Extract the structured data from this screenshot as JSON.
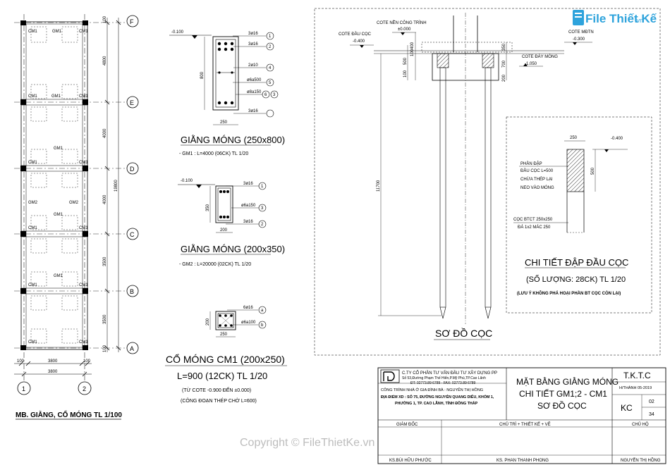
{
  "brand": {
    "logo_text": "File Thiết Kế",
    "logo_suffix": ".vn",
    "watermark": "Copyright © FileThietKe.vn"
  },
  "plan": {
    "title": "MB. GIẰNG, CỔ MÓNG TL 1/100",
    "axes_letters": [
      "F",
      "E",
      "D",
      "C",
      "B",
      "A"
    ],
    "axes_numbers": [
      "1",
      "2"
    ],
    "spans": [
      "4800",
      "4000",
      "4000",
      "3500",
      "3500"
    ],
    "total": "19800",
    "span_x": "3800",
    "total_x": "3800",
    "edge_left": "100",
    "edge_right": "100",
    "edge_top": "100",
    "edge_bottom": "100",
    "labels": {
      "cm1": "CM1",
      "gm1": "GM1",
      "gm2": "GM2"
    }
  },
  "gm250": {
    "level": "-0.100",
    "rebars": [
      "3ø16",
      "3ø16",
      "2ø10",
      "ø6a500",
      "ø8a150",
      "3ø16"
    ],
    "markers": [
      "1",
      "2",
      "4",
      "5",
      "6",
      "3"
    ],
    "height": "800",
    "width": "250",
    "title": "GIẰNG MÓNG (250x800)",
    "note": "- GM1 : L=4000 (06CK) TL 1/20"
  },
  "gm200": {
    "level": "-0.100",
    "rebars": [
      "3ø16",
      "ø6a150",
      "3ø16"
    ],
    "markers": [
      "1",
      "3",
      "2"
    ],
    "height": "350",
    "width": "200",
    "title": "GIẰNG MÓNG (200x350)",
    "note": "- GM2 : L=20000 (02CK) TL 1/20"
  },
  "cm1": {
    "rebars": [
      "6ø16",
      "ø6a100"
    ],
    "markers": [
      "a",
      "b"
    ],
    "height": "200",
    "width": "250",
    "title": "CỔ MÓNG CM1 (200x250)",
    "subtitle": "L=900 (12CK) TL 1/20",
    "note1": "(TỪ COTE -0.900 ĐẾN ±0.000)",
    "note2": "(CÔNG ĐOẠN THÉP CHỜ L=600)"
  },
  "pile": {
    "cote_nen": "COTE NỀN CÔNG TRÌNH",
    "cote_nen_val": "±0.000",
    "cote_dau_coc": "COTE ĐẦU CỌC",
    "cote_dau_coc_val": "-0.400",
    "cote_mdtn": "COTE MĐTN",
    "cote_mdtn_val": "-0.300",
    "cote_day_mong": "COTE ĐÁY MÓNG",
    "cote_day_mong_val": "-1.050",
    "dims": [
      "400",
      "100",
      "500",
      "350",
      "700",
      "200",
      "100"
    ],
    "length": "11700",
    "title": "SƠ ĐỒ CỌC"
  },
  "detail": {
    "width": "250",
    "height": "500",
    "level": "-0.400",
    "note1": "PHẦN ĐẬP",
    "note2": "ĐẦU CỌC L=500",
    "note3": "CHỪA THÉP LẠI",
    "note4": "NEO VÀO MÓNG",
    "note5": "CỌC BTCT 250x250",
    "note6": "ĐÁ 1x2 MÁC 250",
    "title": "CHI TIẾT ĐẬP ĐẦU CỌC",
    "subtitle": "(SỐ LƯỢNG: 28CK) TL 1/20",
    "warning": "(LƯU Ý KHÔNG PHÁ HOẠI PHẦN BT CỌC CÒN LẠI)"
  },
  "titleblock": {
    "company": "C.TY CỔ PHẦN TƯ VẤN ĐẦU TƯ XÂY DỰNG PP",
    "address": "Số 53,Đường Phạm Thế Hiển,P.Mỹ Phú,TP.Cao Lãnh",
    "phone": "ĐT: 02773.89 6789 - FAX: 02773.89 6789",
    "project": "CÔNG TRÌNH NHÀ Ở GIA ĐÌNH BÀ : NGUYỄN THỊ HỒNG",
    "location1": "ĐỊA ĐIỂM XD : SỐ 75, ĐƯỜNG NGUYỄN QUANG DIÊU, KHÓM 1,",
    "location2": "PHƯỜNG 1, TP. CAO LÃNH, TỈNH ĐỒNG THÁP",
    "drawing_title1": "MẶT BẰNG GIẰNG MÓNG",
    "drawing_title2": "CHI TIẾT GM1;2 - CM1",
    "drawing_title3": "SƠ ĐỒ CỌC",
    "code": "T.K.T.C",
    "date": "H/THÀNH 05-2019",
    "kc": "KC",
    "sheet": "02",
    "total_sheets": "34",
    "role1": "GIÁM ĐỐC",
    "role2": "CHỦ TRÌ + THIẾT KẾ + VẼ",
    "role3": "CHỦ HỘ",
    "name1": "KS.BÙI HỮU PHƯỚC",
    "name2": "KS. PHAN THANH PHONG",
    "name3": "NGUYỄN THỊ HỒNG"
  }
}
